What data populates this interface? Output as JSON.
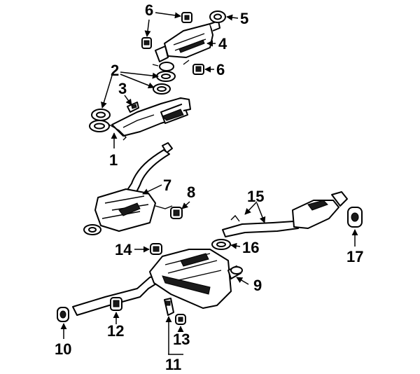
{
  "callouts": {
    "c1": "1",
    "c2": "2",
    "c3": "3",
    "c4": "4",
    "c5": "5",
    "c6a": "6",
    "c6b": "6",
    "c7": "7",
    "c8": "8",
    "c9": "9",
    "c10": "10",
    "c11": "11",
    "c12": "12",
    "c13": "13",
    "c14": "14",
    "c15": "15",
    "c16": "16",
    "c17": "17"
  },
  "colors": {
    "ink": "#000000",
    "paper": "#ffffff"
  }
}
